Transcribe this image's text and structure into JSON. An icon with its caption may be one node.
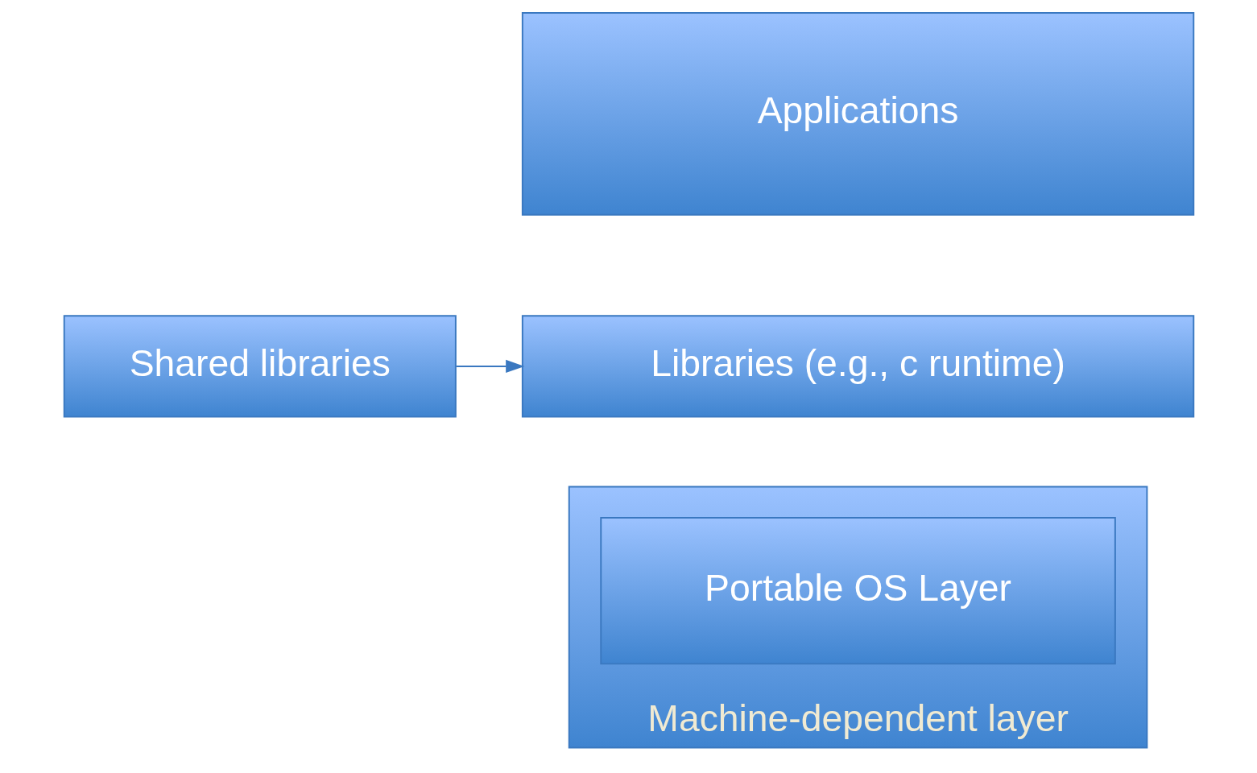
{
  "diagram": {
    "nodes": [
      {
        "text": [
          "Applications"
        ]
      },
      {
        "text": [
          "Libraries (e.g., c runtime)"
        ]
      },
      {
        "text": [
          "Shared libraries"
        ]
      },
      {
        "text": [
          "Machine-dependent layer"
        ]
      },
      {
        "text": [
          "Portable OS Layer"
        ],
        "in": 3
      }
    ],
    "edges": [
      {
        "from": 2,
        "to": 1,
        "arrow": "to"
      }
    ]
  }
}
